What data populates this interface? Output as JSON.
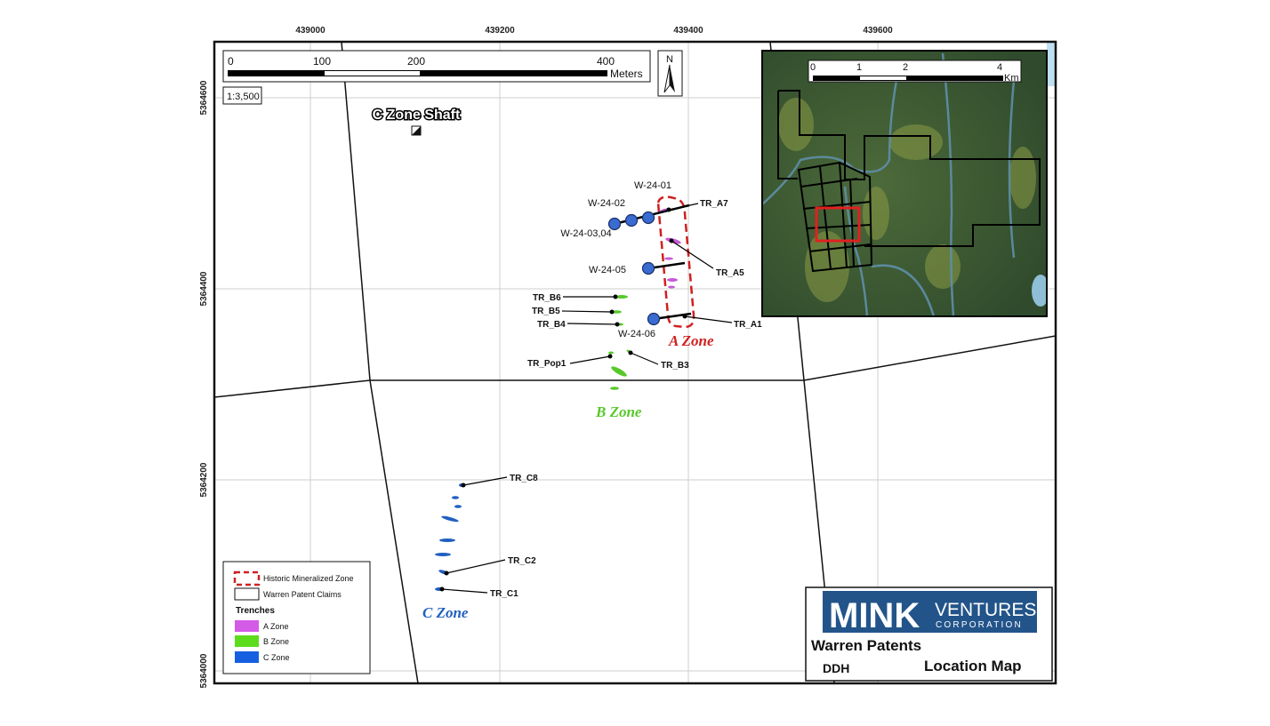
{
  "map": {
    "x_ticks": [
      "439000",
      "439200",
      "439400",
      "439600"
    ],
    "y_ticks": [
      "5364600",
      "5364400",
      "5364200",
      "5364000"
    ],
    "scale_bar": {
      "labels": [
        "0",
        "100",
        "200",
        "400"
      ],
      "unit": "Meters"
    },
    "scale_ratio": "1:3,500",
    "north_label": "N",
    "shaft_label": "C Zone Shaft",
    "drill_holes": [
      "W-24-01",
      "W-24-02",
      "W-24-03,04",
      "W-24-05",
      "W-24-06"
    ],
    "trenches": [
      "TR_A7",
      "TR_A5",
      "TR_A1",
      "TR_B6",
      "TR_B5",
      "TR_B4",
      "TR_Pop1",
      "TR_B3",
      "TR_C8",
      "TR_C2",
      "TR_C1"
    ],
    "zones": {
      "a": "A Zone",
      "b": "B Zone",
      "c": "C Zone"
    },
    "colors": {
      "a_zone": "#c75ad8",
      "b_zone": "#58c92a",
      "c_zone": "#1f5fc0",
      "historic": "#d02020",
      "grid": "#cccccc"
    }
  },
  "inset": {
    "scale_labels": [
      "0",
      "1",
      "2",
      "4"
    ],
    "unit": "Km"
  },
  "legend": {
    "historic": "Historic Mineralized Zone",
    "claims": "Warren Patent Claims",
    "trenches_title": "Trenches",
    "items": [
      "A Zone",
      "B Zone",
      "C Zone"
    ]
  },
  "title_block": {
    "logo_main": "MINK",
    "logo_sub1": "VENTURES",
    "logo_sub2": "CORPORATION",
    "project": "Warren Patents",
    "subtitle": "DDH",
    "map_title": "Location Map"
  }
}
